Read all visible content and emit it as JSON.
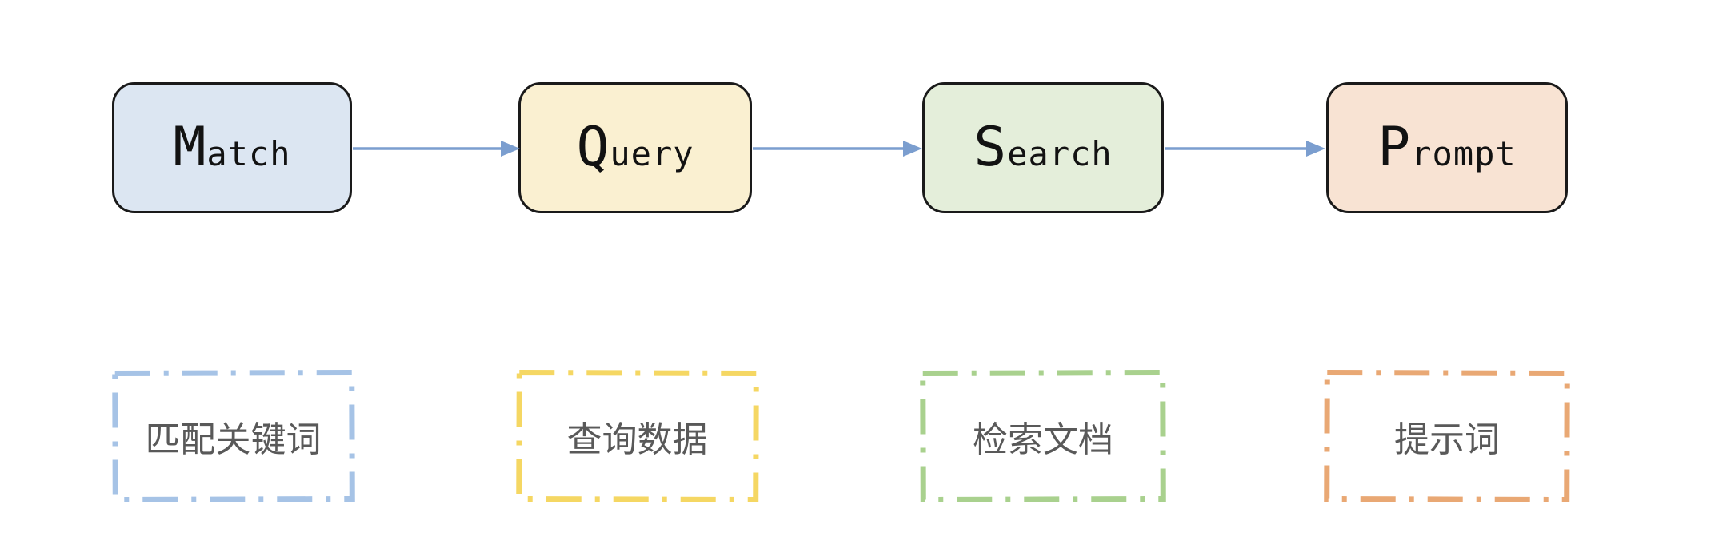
{
  "diagram": {
    "steps": [
      {
        "label": "Match",
        "description": "匹配关键词",
        "fill": "#dce6f2",
        "dash_color": "#a6c3e6"
      },
      {
        "label": "Query",
        "description": "查询数据",
        "fill": "#faf0d1",
        "dash_color": "#f5d763"
      },
      {
        "label": "Search",
        "description": "检索文档",
        "fill": "#e4eeda",
        "dash_color": "#a9d18e"
      },
      {
        "label": "Prompt",
        "description": "提示词",
        "fill": "#f8e3d3",
        "dash_color": "#e9a874"
      }
    ],
    "colors": {
      "arrow": "#7b9ecf",
      "node_border": "#1a1a1a",
      "node_text": "#121212",
      "description_text": "#595959",
      "background": "#ffffff"
    }
  }
}
